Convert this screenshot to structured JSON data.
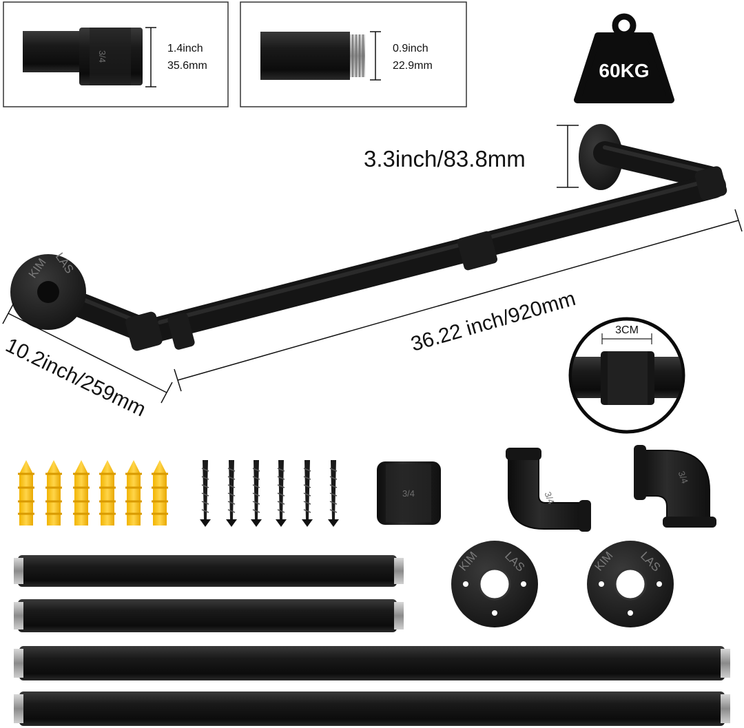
{
  "dimensions": {
    "coupling_size": "1.4inch",
    "coupling_size_mm": "35.6mm",
    "pipe_end_size": "0.9inch",
    "pipe_end_size_mm": "22.9mm",
    "height": "3.3inch/83.8mm",
    "length": "36.22 inch/920mm",
    "depth": "10.2inch/259mm",
    "coupling_width": "3CM"
  },
  "load_badge": "60KG",
  "fitting_marking": "3/4",
  "flange_marking_left": "KIM",
  "flange_marking_right": "LAS",
  "colors": {
    "pipe": "#1c1c1c",
    "anchor": "#f5c21b",
    "thread": "#b9b9b9",
    "background": "#ffffff"
  },
  "icons": [
    "weight-icon",
    "screw-icon",
    "wall-anchor-icon",
    "floor-flange-icon",
    "elbow-fitting-icon",
    "coupling-icon",
    "pipe-icon"
  ]
}
